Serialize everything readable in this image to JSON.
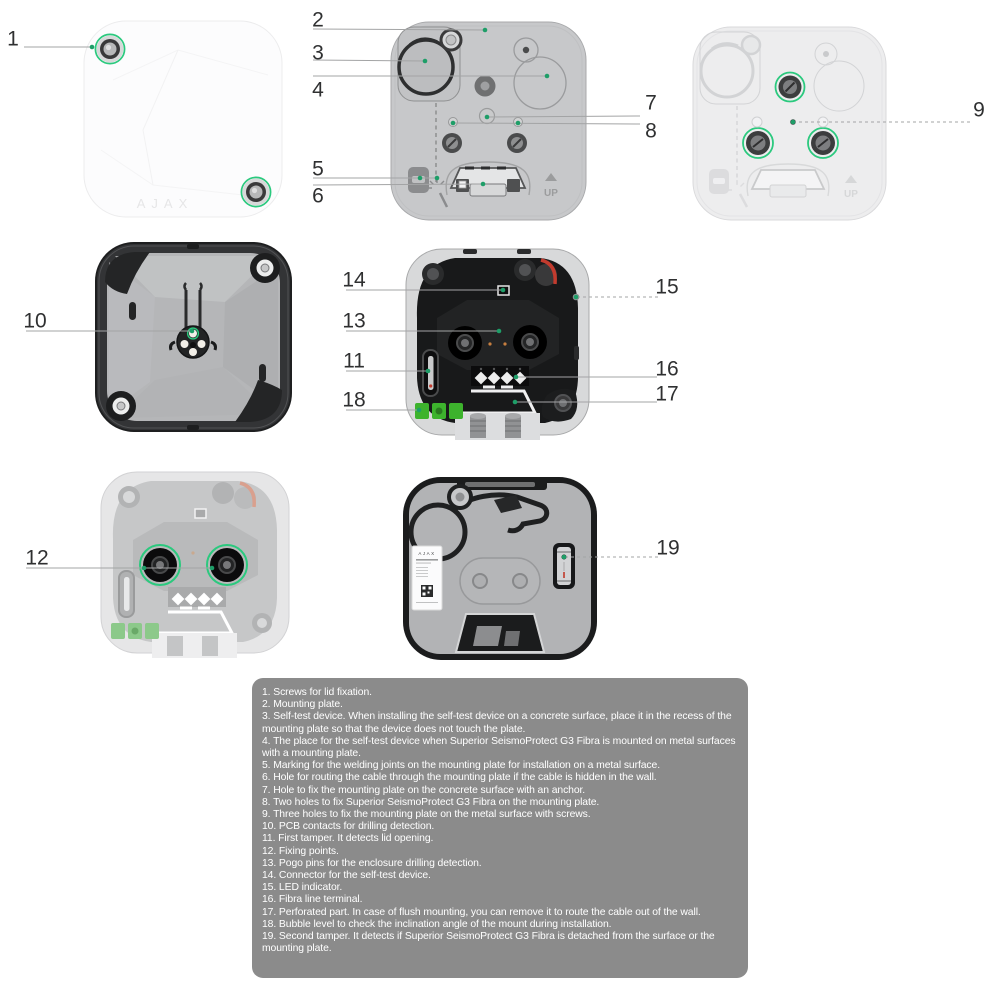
{
  "colors": {
    "accent_green": "#2BC97E",
    "bubble_green": "#3DB32D",
    "wire_red": "#C23B2E",
    "legend_bg": "#8B8B8B",
    "legend_text": "#FFFFFF"
  },
  "callouts": [
    "1",
    "2",
    "3",
    "4",
    "5",
    "6",
    "7",
    "8",
    "9",
    "10",
    "11",
    "12",
    "13",
    "14",
    "15",
    "16",
    "17",
    "18",
    "19"
  ],
  "device_text": {
    "front_logo": "AJAX",
    "up_label": "UP",
    "back_label_brand": "AJAX"
  },
  "legend": {
    "items": [
      "1. Screws for lid fixation.",
      "2. Mounting plate.",
      "3. Self-test device. When installing the self-test device on a concrete surface, place it in the recess of the mounting plate so that the device does not touch the plate.",
      "4. The place for the self-test device when Superior SeismoProtect G3 Fibra is mounted on metal surfaces with a mounting plate.",
      "5. Marking for the welding joints on the mounting plate for installation on a metal surface.",
      "6. Hole for routing the cable through the mounting plate if the cable is hidden in the wall.",
      "7. Hole to fix the mounting plate on the concrete surface with an anchor.",
      "8. Two holes to fix Superior SeismoProtect G3 Fibra on the mounting plate.",
      "9. Three holes to fix the mounting plate on the metal surface with screws.",
      "10. PCB contacts for drilling detection.",
      "11. First tamper. It detects lid opening.",
      "12. Fixing points.",
      "13. Pogo pins for the enclosure drilling detection.",
      "14. Connector for the self-test device.",
      "15. LED indicator.",
      "16. Fibra line terminal.",
      "17. Perforated part. In case of flush mounting, you can remove it to route the cable out of the wall.",
      "18. Bubble level to check the inclination angle of the mount during installation.",
      "19. Second tamper. It detects if Superior SeismoProtect G3 Fibra is detached from the surface or the mounting plate."
    ]
  }
}
